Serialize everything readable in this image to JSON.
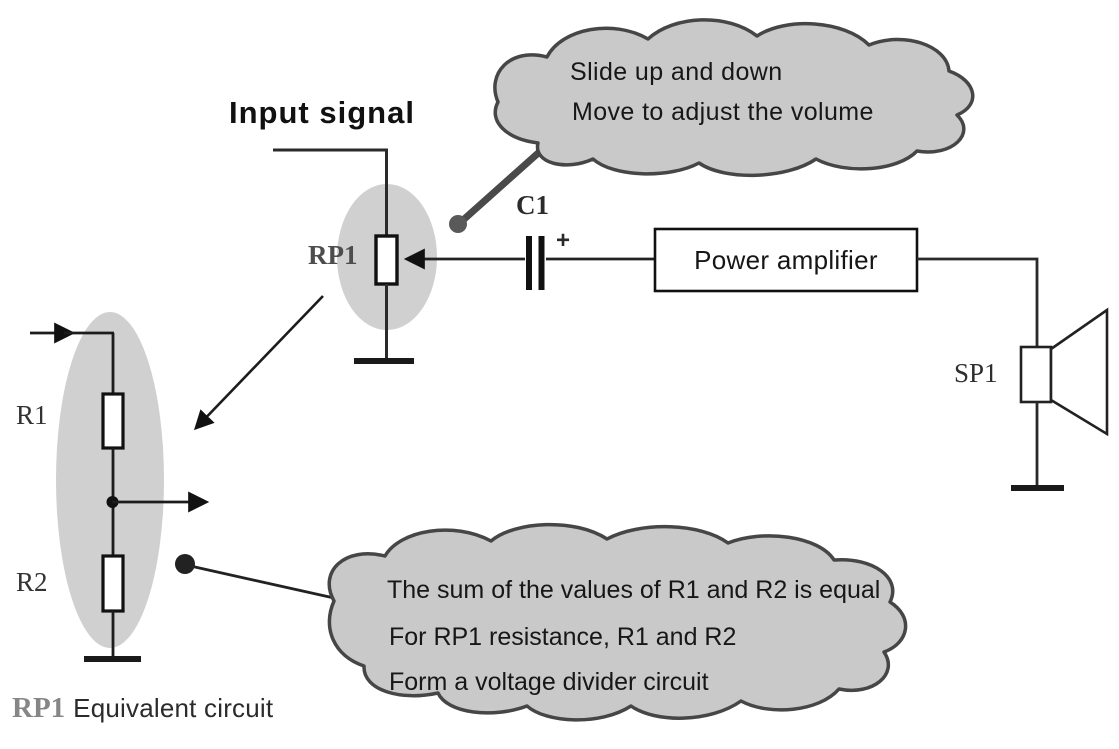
{
  "title": "Volume control potentiometer circuit with RP1 equivalent voltage divider",
  "labels": {
    "input_signal": "Input signal",
    "rp1": "RP1",
    "c1": "C1",
    "c1_polarity": "+",
    "power_amplifier": "Power amplifier",
    "sp1": "SP1",
    "r1": "R1",
    "r2": "R2"
  },
  "caption": {
    "rp1": "RP1",
    "text": "Equivalent circuit"
  },
  "callouts": {
    "top": {
      "line1": "Slide up and down",
      "line2": "Move to adjust the volume"
    },
    "bottom": {
      "line1": "The sum of the values of R1 and R2 is equal",
      "line2": "For RP1 resistance, R1 and R2",
      "line3": "Form a voltage divider circuit"
    }
  },
  "colors": {
    "background": "#ffffff",
    "wire": "#222222",
    "component_border": "#111111",
    "cloud_fill": "#c9c9c9",
    "cloud_border": "#464646",
    "highlight_ellipse_fill": "#d0d0d0",
    "pointer_line": "#4a4a4a",
    "pointer_dot_top": "#595959",
    "pointer_dot_bottom": "#222222",
    "muted_caption": "#868686"
  }
}
